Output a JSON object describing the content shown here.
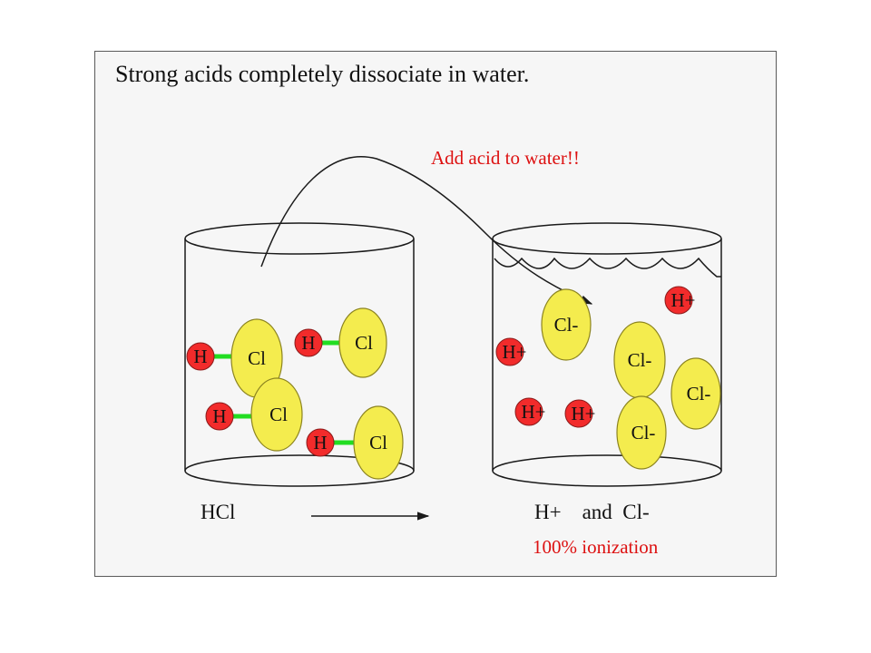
{
  "title": "Strong acids completely dissociate in water.",
  "instruction": "Add acid to water!!",
  "caption": {
    "reactant": "HCl",
    "products": "H+    and  Cl-",
    "ionization": "100% ionization"
  },
  "atoms": {
    "hydrogen": "H",
    "chlorine": "Cl",
    "hydrogen_ion": "H+",
    "chloride_ion": "Cl-"
  },
  "left_beaker": {
    "molecules": [
      {
        "h": "H",
        "cl": "Cl"
      },
      {
        "h": "H",
        "cl": "Cl"
      },
      {
        "h": "H",
        "cl": "Cl"
      },
      {
        "h": "H",
        "cl": "Cl"
      }
    ]
  },
  "right_beaker": {
    "hydrogen_ions": [
      "H+",
      "H+",
      "H+",
      "H+"
    ],
    "chloride_ions": [
      "Cl-",
      "Cl-",
      "Cl-",
      "Cl-"
    ]
  },
  "colors": {
    "hydrogen": "#f22b2b",
    "chlorine": "#f4ec4e",
    "bond": "#22dd22",
    "note_text": "#dd1111",
    "outline": "#1a1a1a",
    "background": "#f6f6f6"
  }
}
